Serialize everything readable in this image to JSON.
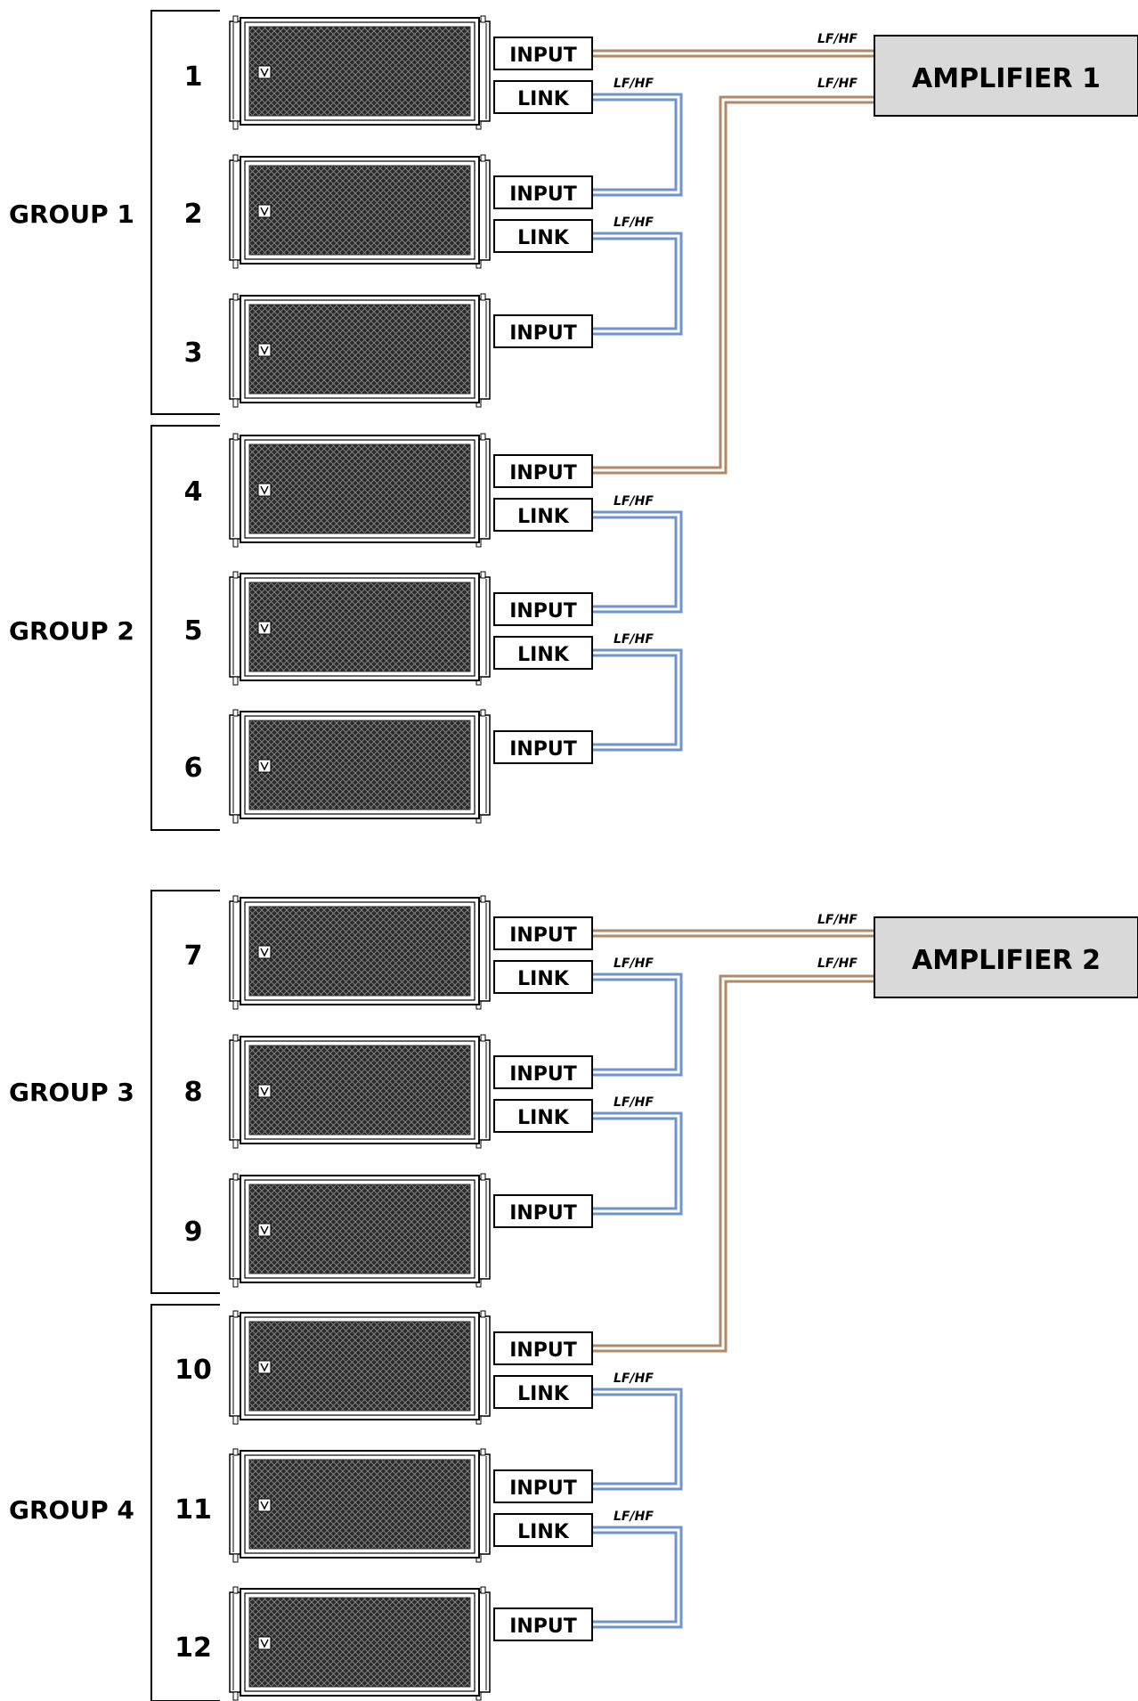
{
  "groups": [
    {
      "label": "GROUP 1"
    },
    {
      "label": "GROUP 2"
    },
    {
      "label": "GROUP 3"
    },
    {
      "label": "GROUP 4"
    }
  ],
  "speakers": [
    {
      "number": "1"
    },
    {
      "number": "2"
    },
    {
      "number": "3"
    },
    {
      "number": "4"
    },
    {
      "number": "5"
    },
    {
      "number": "6"
    },
    {
      "number": "7"
    },
    {
      "number": "8"
    },
    {
      "number": "9"
    },
    {
      "number": "10"
    },
    {
      "number": "11"
    },
    {
      "number": "12"
    }
  ],
  "ports": {
    "input": "INPUT",
    "link": "LINK"
  },
  "amplifiers": [
    {
      "label": "AMPLIFIER 1"
    },
    {
      "label": "AMPLIFIER 2"
    }
  ],
  "cable_label": "LF/HF",
  "colors": {
    "amp_cable": "#b08a68",
    "link_cable": "#6f93cc",
    "amp_fill": "#d9d9d9",
    "grille": "#2a2a2a"
  }
}
